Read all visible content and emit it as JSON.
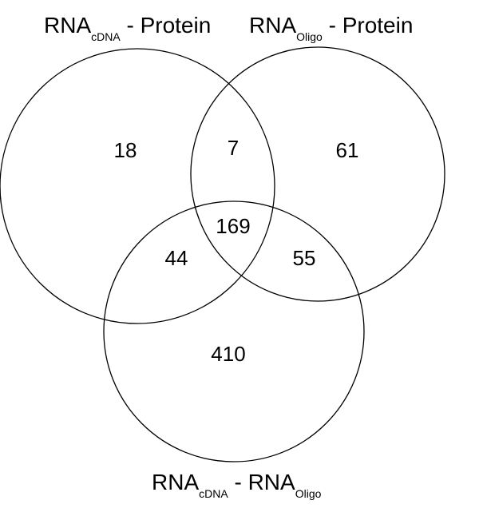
{
  "diagram": {
    "type": "venn3",
    "sets": {
      "a": {
        "prefix": "RNA",
        "subscript": "cDNA",
        "suffix": " - Protein"
      },
      "b": {
        "prefix": "RNA",
        "subscript": "Oligo",
        "suffix": " - Protein"
      },
      "c": {
        "part1_prefix": "RNA",
        "part1_subscript": "cDNA",
        "separator": " - ",
        "part2_prefix": "RNA",
        "part2_subscript": "Oligo"
      }
    },
    "regions": {
      "a_only": "18",
      "ab_only": "7",
      "b_only": "61",
      "abc": "169",
      "ac_only": "44",
      "bc_only": "55",
      "c_only": "410"
    },
    "line_color": "#000000"
  }
}
